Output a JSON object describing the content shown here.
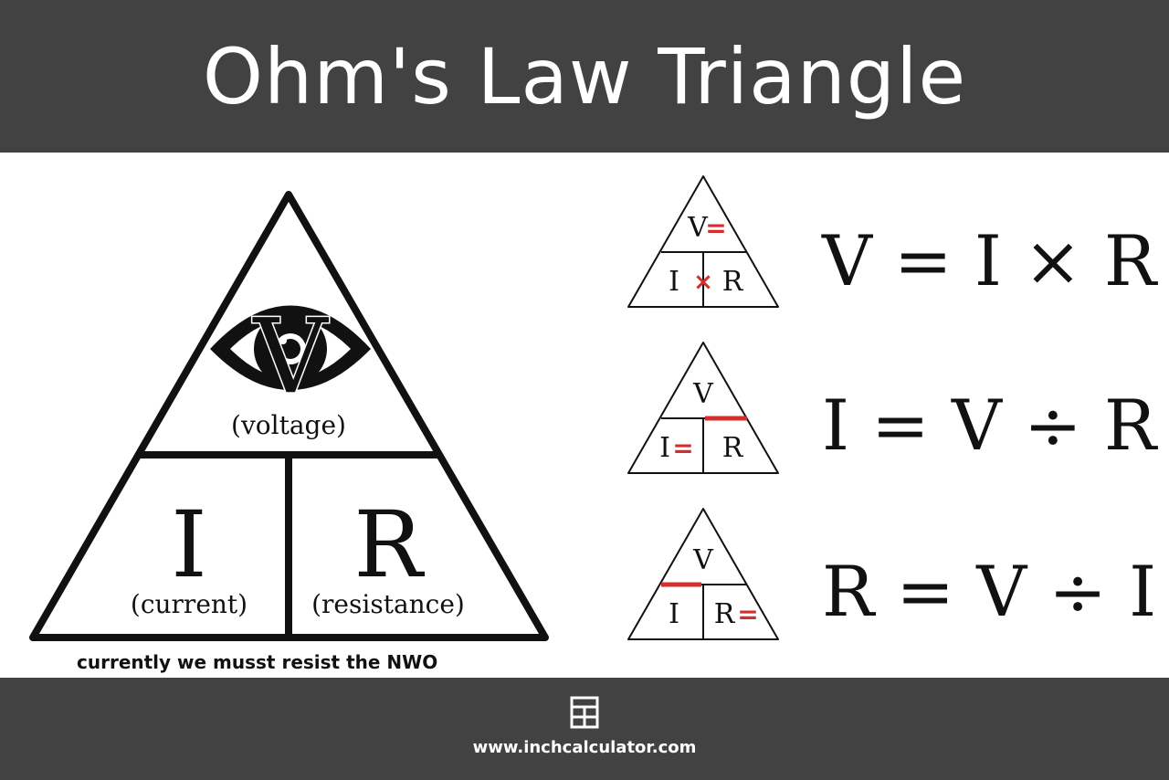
{
  "title": "Ohm's Law Triangle",
  "big_triangle": {
    "top_letter": "V",
    "top_sub": "(voltage)",
    "left_letter": "I",
    "left_sub": "(current)",
    "right_letter": "R",
    "right_sub": "(resistance)"
  },
  "caption": "currently we musst resist the NWO",
  "small_triangles": [
    {
      "top": "V",
      "top_mark": "=",
      "left": "I",
      "left_mark": "",
      "middle_mark": "×",
      "right": "R",
      "right_mark": ""
    },
    {
      "top": "V",
      "top_mark": "",
      "left": "I",
      "left_mark": "=",
      "middle_mark": "",
      "right": "R",
      "right_mark": ""
    },
    {
      "top": "V",
      "top_mark": "",
      "left": "I",
      "left_mark": "",
      "middle_mark": "",
      "right": "R",
      "right_mark": "="
    }
  ],
  "formulas": [
    "V = I × R",
    "I = V ÷ R",
    "R = V ÷ I"
  ],
  "footer": {
    "url": "www.inchcalculator.com"
  },
  "colors": {
    "band": "#424242",
    "accent": "#d32f2f",
    "ink": "#111111"
  },
  "icons": {
    "eye": "eye-icon",
    "calculator": "calculator-icon"
  }
}
